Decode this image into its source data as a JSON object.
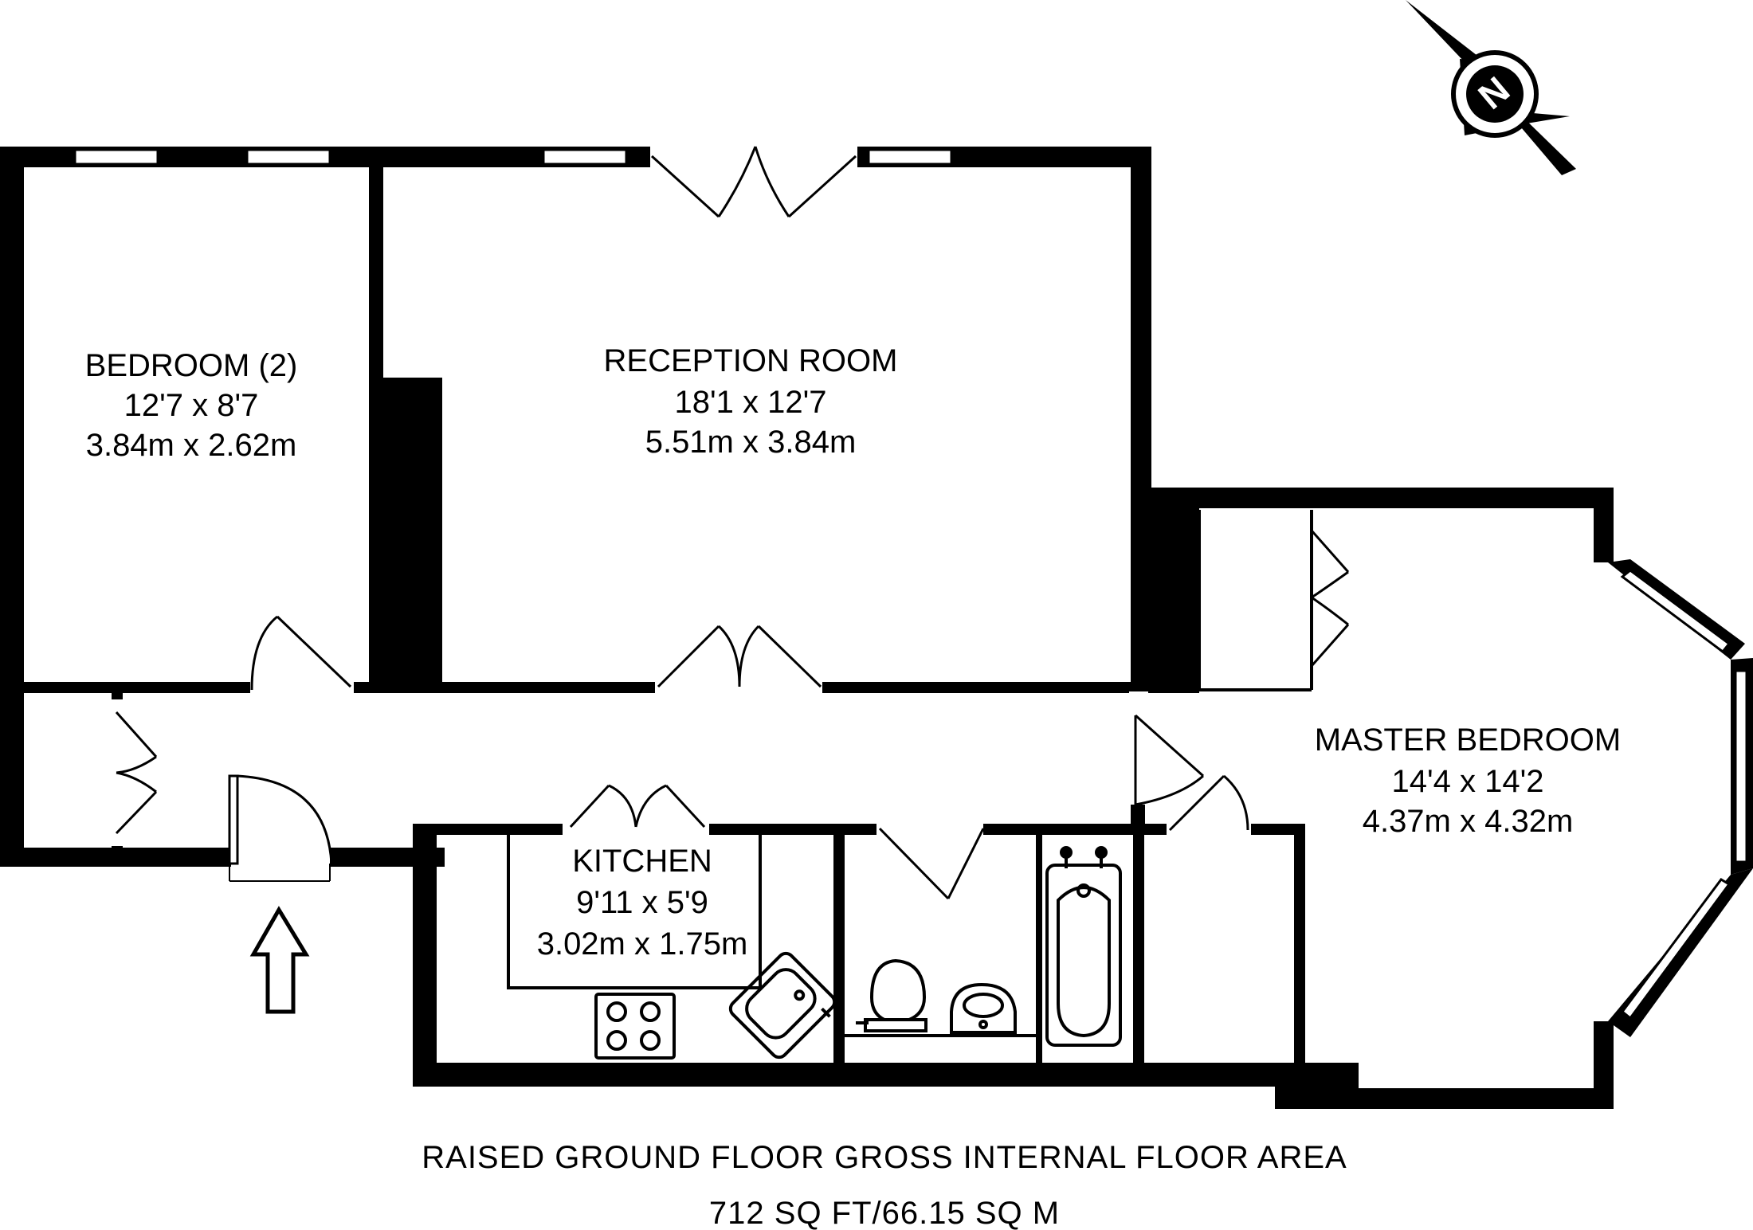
{
  "rooms": {
    "bedroom2": {
      "name": "BEDROOM (2)",
      "imperial": "12'7 x 8'7",
      "metric": "3.84m x 2.62m"
    },
    "reception": {
      "name": "RECEPTION ROOM",
      "imperial": "18'1 x 12'7",
      "metric": "5.51m x 3.84m"
    },
    "kitchen": {
      "name": "KITCHEN",
      "imperial": "9'11 x 5'9",
      "metric": "3.02m x 1.75m"
    },
    "master": {
      "name": "MASTER BEDROOM",
      "imperial": "14'4 x 14'2",
      "metric": "4.37m x 4.32m"
    }
  },
  "caption": {
    "line1": "RAISED GROUND FLOOR GROSS INTERNAL FLOOR AREA",
    "line2": "712 SQ FT/66.15 SQ M"
  },
  "compass": {
    "letter": "N"
  },
  "colors": {
    "wall": "#000000",
    "background": "#ffffff"
  }
}
